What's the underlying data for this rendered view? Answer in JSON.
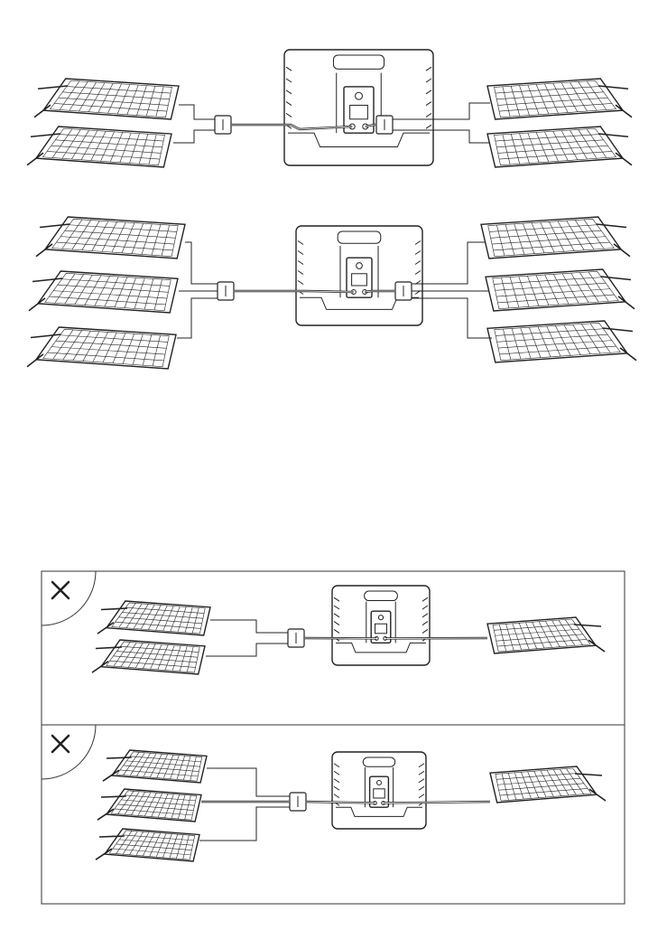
{
  "figure": {
    "description_shown": false
  },
  "diagrams": [
    {
      "id": "correct-two-plus-two",
      "status": "allowed",
      "left_panels": 2,
      "right_panels": 2
    },
    {
      "id": "correct-three-plus-three",
      "status": "allowed",
      "left_panels": 3,
      "right_panels": 3
    },
    {
      "id": "wrong-two-plus-one",
      "status": "not-allowed",
      "left_panels": 2,
      "right_panels": 1
    },
    {
      "id": "wrong-three-plus-one",
      "status": "not-allowed",
      "left_panels": 3,
      "right_panels": 1
    }
  ],
  "icons": {
    "not_allowed": "x-mark-icon",
    "panel": "solar-panel-icon",
    "station": "power-station-icon",
    "branch": "y-branch-connector-icon"
  },
  "colors": {
    "line": "#222222",
    "background": "#ffffff"
  }
}
